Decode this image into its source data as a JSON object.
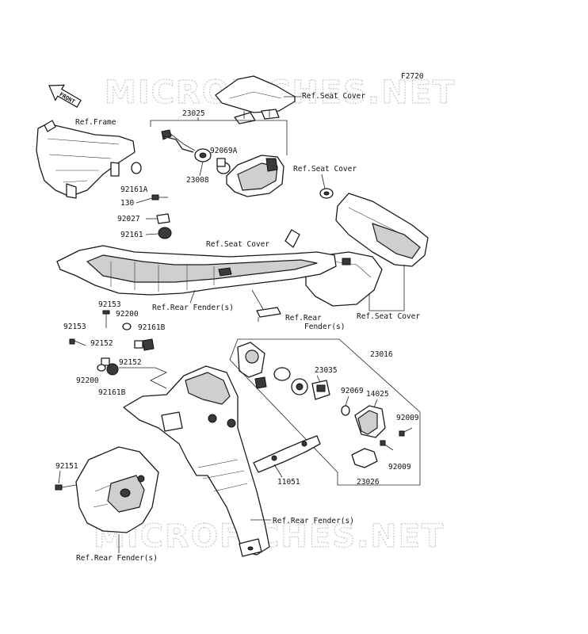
{
  "figure_code": "F2720",
  "front_badge": "FRONT",
  "watermark": "MICROFICHES.NET",
  "labels": {
    "ref_frame": "Ref.Frame",
    "ref_seat_cover_top": "Ref.Seat Cover",
    "ref_seat_cover_mid": "Ref.Seat Cover",
    "ref_seat_cover_center": "Ref.Seat Cover",
    "ref_seat_cover_bottom": "Ref.Seat Cover",
    "ref_rear_fender_1": "Ref.Rear Fender(s)",
    "ref_rear_fender_2_line1": "Ref.Rear",
    "ref_rear_fender_2_line2": "Fender(s)",
    "ref_rear_fender_3": "Ref.Rear Fender(s)",
    "ref_rear_fender_4": "Ref.Rear Fender(s)",
    "p23025": "23025",
    "p92069A": "92069A",
    "p23008": "23008",
    "p92161A": "92161A",
    "p130": "130",
    "p92027": "92027",
    "p92161": "92161",
    "p92153a": "92153",
    "p92200a": "92200",
    "p92161Ba": "92161B",
    "p92153b": "92153",
    "p92152a": "92152",
    "p92152b": "92152",
    "p92200b": "92200",
    "p92161Bb": "92161B",
    "p23016": "23016",
    "p23035": "23035",
    "p92069": "92069",
    "p14025": "14025",
    "p92009a": "92009",
    "p92009b": "92009",
    "p23026": "23026",
    "p11051": "11051",
    "p92151": "92151"
  }
}
